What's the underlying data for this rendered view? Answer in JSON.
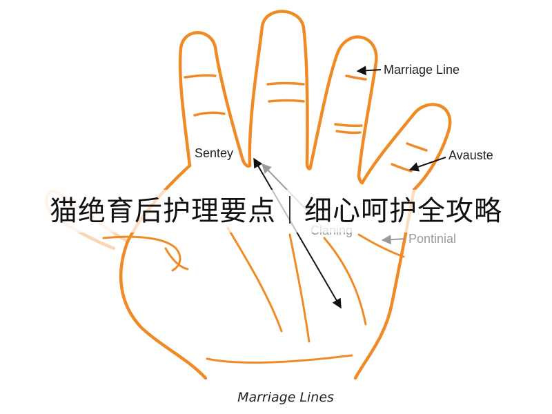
{
  "diagram": {
    "labels": {
      "marriage_line": "Marriage Line",
      "sentey": "Sentey",
      "avauste": "Avauste",
      "claning": "Claning",
      "pontinial": "Pontinial"
    },
    "caption": "Marriage Lines",
    "colors": {
      "hand_outline": "#f08a24",
      "arrow": "#111111",
      "text": "#222222"
    }
  },
  "overlay": {
    "title": "猫绝育后护理要点｜细心呵护全攻略"
  }
}
